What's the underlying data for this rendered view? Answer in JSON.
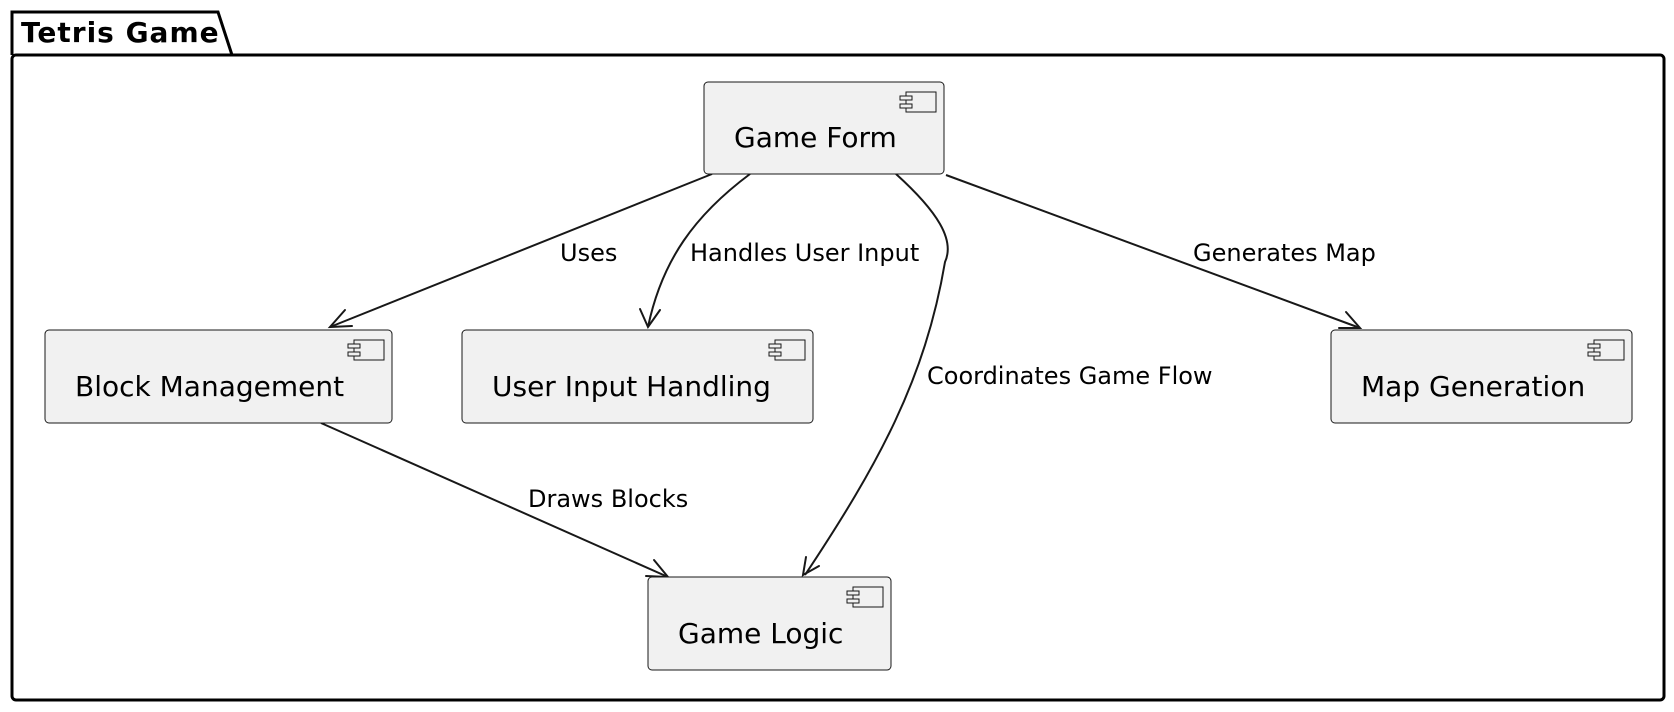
{
  "package": {
    "title": "Tetris Game"
  },
  "components": {
    "game_form": "Game Form",
    "block_management": "Block Management",
    "user_input_handling": "User Input Handling",
    "map_generation": "Map Generation",
    "game_logic": "Game Logic"
  },
  "relations": {
    "uses": "Uses",
    "handles_user_input": "Handles User Input",
    "coordinates_game_flow": "Coordinates Game Flow",
    "generates_map": "Generates Map",
    "draws_blocks": "Draws Blocks"
  },
  "colors": {
    "component_fill": "#f1f1f1",
    "stroke": "#181818"
  }
}
